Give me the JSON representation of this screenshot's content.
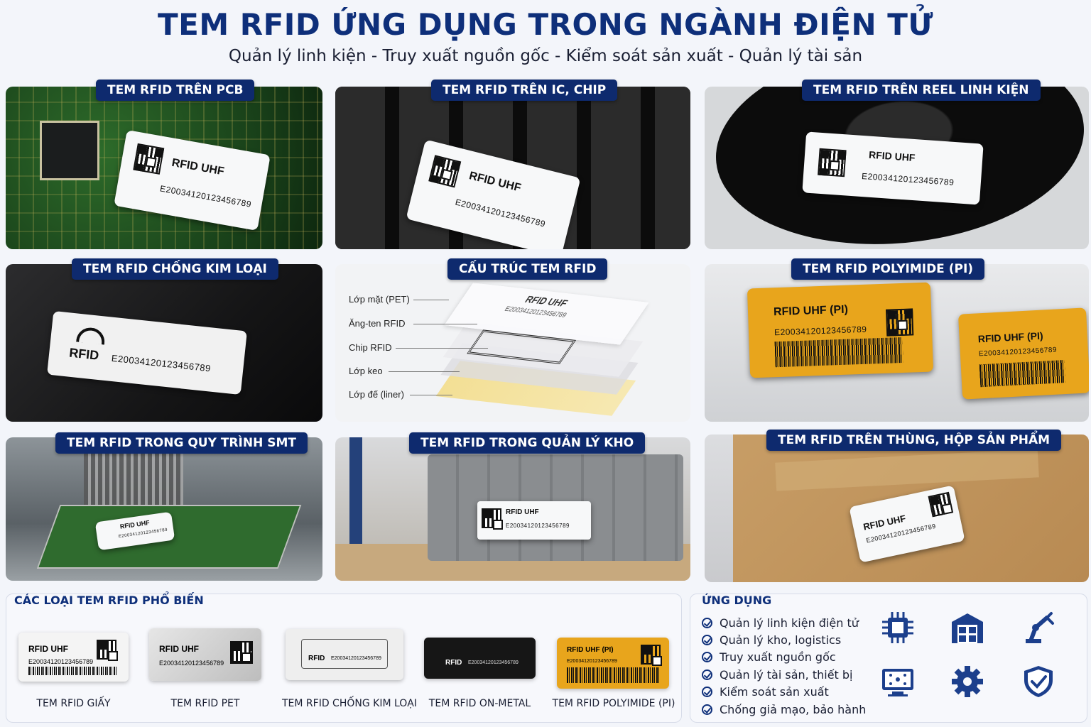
{
  "header": {
    "title": "TEM RFID ỨNG DỤNG TRONG NGÀNH ĐIỆN TỬ",
    "subtitle": "Quản lý linh kiện - Truy xuất nguồn gốc - Kiểm soát sản xuất - Quản lý tài sản"
  },
  "panels": [
    {
      "label": "TEM RFID TRÊN PCB",
      "tag_title": "RFID UHF",
      "tag_code": "E20034120123456789"
    },
    {
      "label": "TEM RFID TRÊN IC, CHIP",
      "tag_title": "RFID UHF",
      "tag_code": "E20034120123456789"
    },
    {
      "label": "TEM RFID TRÊN REEL LINH KIỆN",
      "tag_title": "RFID UHF",
      "tag_code": "E20034120123456789"
    },
    {
      "label": "TEM RFID CHỐNG KIM LOẠI",
      "tag_title": "RFID",
      "tag_code": "E20034120123456789"
    },
    {
      "label": "CẤU TRÚC TEM RFID",
      "tag_title": "RFID UHF",
      "tag_code": "E20034120123456789"
    },
    {
      "label": "TEM RFID POLYIMIDE (PI)",
      "tag_title": "RFID UHF (PI)",
      "tag_code": "E20034120123456789"
    },
    {
      "label": "TEM RFID TRONG QUY TRÌNH SMT",
      "tag_title": "RFID UHF",
      "tag_code": "E20034120123456789"
    },
    {
      "label": "TEM RFID TRONG QUẢN LÝ KHO",
      "tag_title": "RFID UHF",
      "tag_code": "E20034120123456789"
    },
    {
      "label": "TEM RFID TRÊN THÙNG, HỘP SẢN PHẨM",
      "tag_title": "RFID UHF",
      "tag_code": "E20034120123456789"
    }
  ],
  "structure": {
    "layers": [
      "Lớp mặt (PET)",
      "Ăng-ten RFID",
      "Chip RFID",
      "Lớp keo",
      "Lớp đế (liner)"
    ]
  },
  "types_section": {
    "title": "CÁC LOẠI TEM RFID PHỔ BIẾN",
    "items": [
      {
        "caption": "TEM RFID GIẤY",
        "tag_title": "RFID UHF",
        "tag_code": "E20034120123456789"
      },
      {
        "caption": "TEM RFID PET",
        "tag_title": "RFID UHF",
        "tag_code": "E20034120123456789"
      },
      {
        "caption": "TEM RFID CHỐNG KIM LOẠI",
        "tag_title": "RFID",
        "tag_code": "E20034120123456789"
      },
      {
        "caption": "TEM RFID ON-METAL",
        "tag_title": "RFID",
        "tag_code": "E20034120123456789"
      },
      {
        "caption": "TEM RFID POLYIMIDE (PI)",
        "tag_title": "RFID UHF (PI)",
        "tag_code": "E20034120123456789"
      }
    ]
  },
  "applications": {
    "title": "ỨNG DỤNG",
    "items": [
      "Quản lý linh kiện điện tử",
      "Quản lý kho, logistics",
      "Truy xuất nguồn gốc",
      "Quản lý tài sản, thiết bị",
      "Kiểm soát sản xuất",
      "Chống giả mạo, bảo hành"
    ],
    "icons": [
      "chip-icon",
      "warehouse-icon",
      "robot-arm-icon",
      "monitor-network-icon",
      "gear-icon",
      "shield-check-icon"
    ]
  },
  "colors": {
    "brand": "#0e2f7a",
    "label_bg": "#0e2a6e",
    "polyimide": "#e8a51c"
  }
}
